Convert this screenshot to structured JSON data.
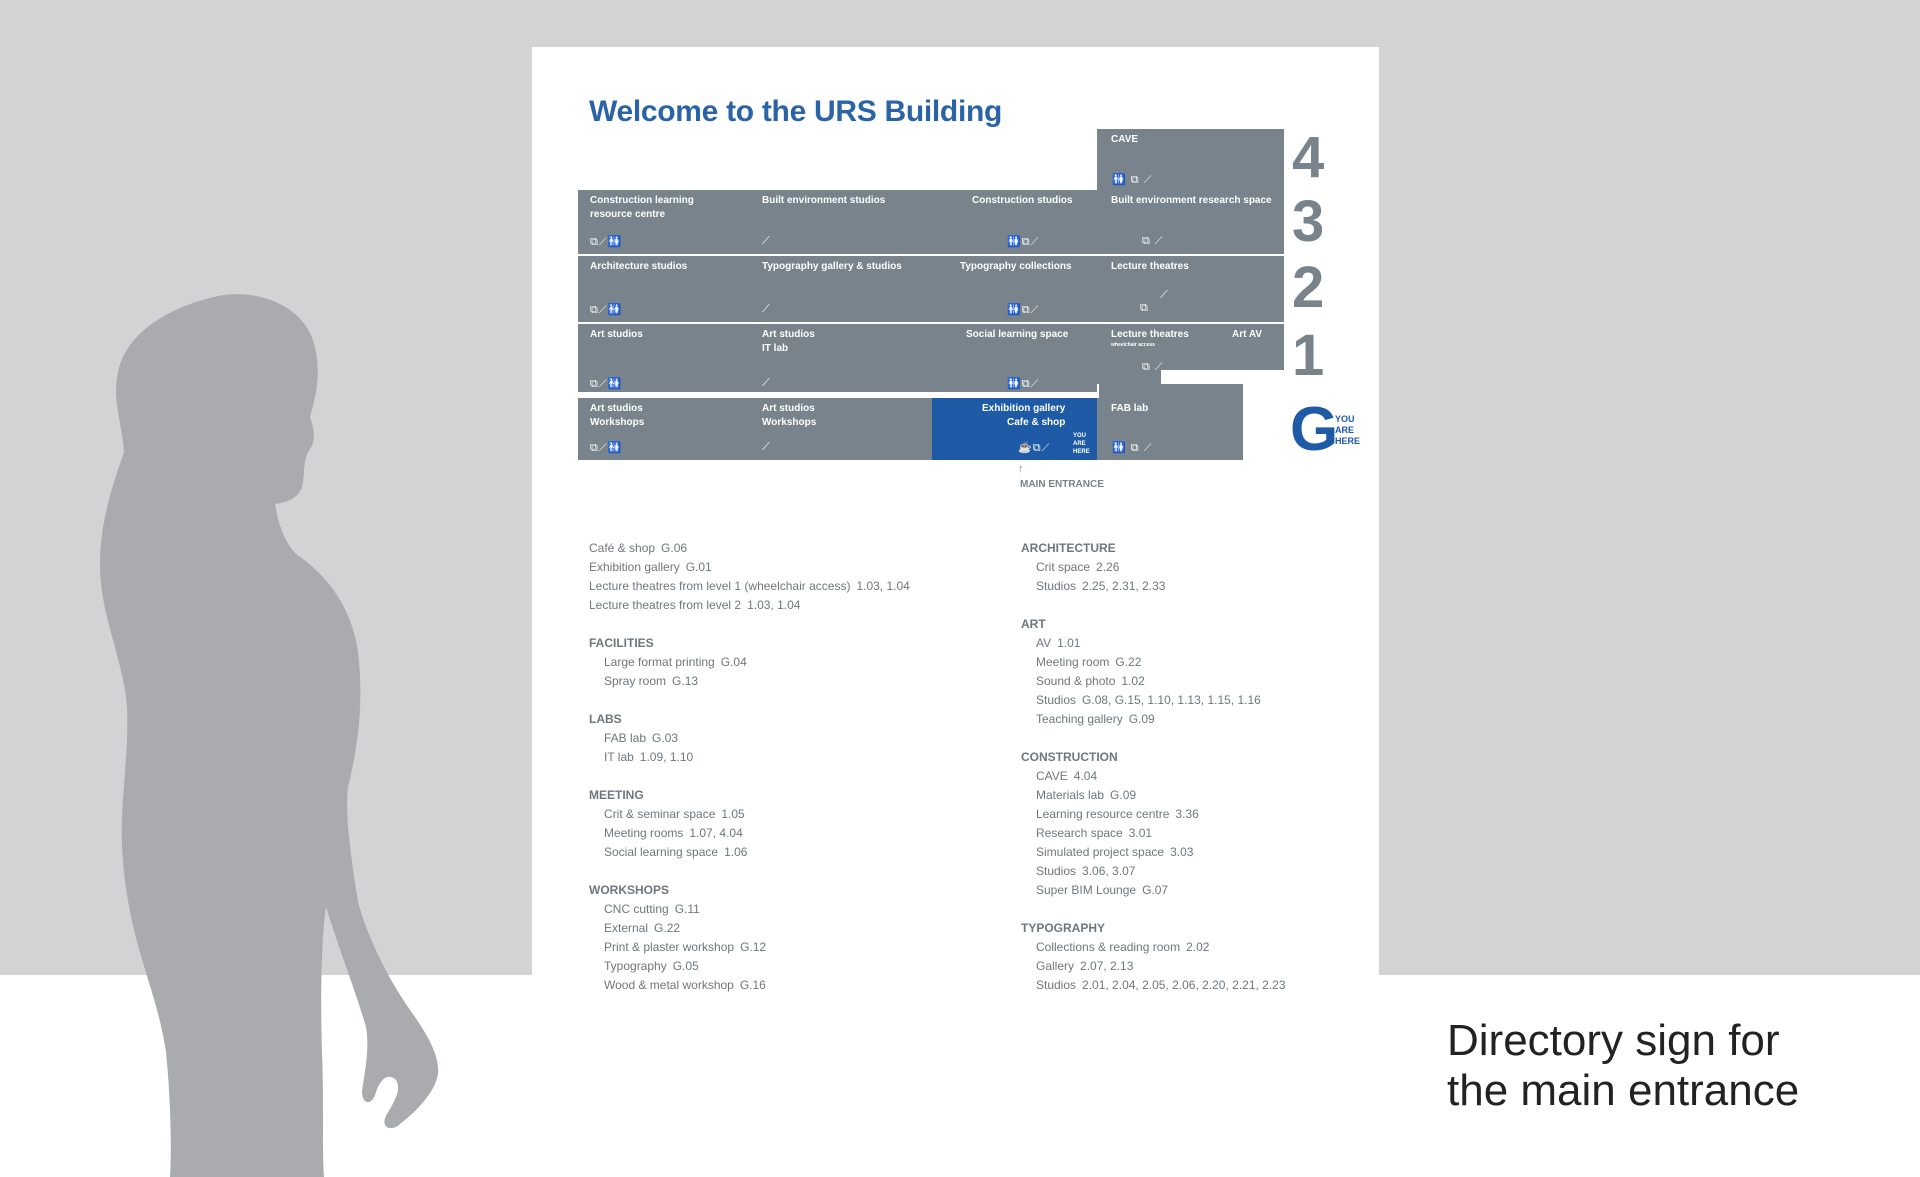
{
  "sign": {
    "title": "Welcome to the URS Building",
    "colors": {
      "grey": "#78838b",
      "blue": "#1f5aa6",
      "wall": "#d2d3d5"
    }
  },
  "levels": {
    "l4": "4",
    "l3": "3",
    "l2": "2",
    "l1": "1",
    "g": "G",
    "you": "YOU",
    "are": "ARE",
    "here": "HERE"
  },
  "rooms": {
    "cave": "CAVE",
    "l3_a1": "Construction learning",
    "l3_a2": "resource centre",
    "l3_b": "Built environment studios",
    "l3_c": "Construction studios",
    "l3_d": "Built environment research space",
    "l2_a": "Architecture studios",
    "l2_b": "Typography gallery & studios",
    "l2_c": "Typography collections",
    "l2_d": "Lecture theatres",
    "l1_a": "Art studios",
    "l1_b1": "Art studios",
    "l1_b2": "IT lab",
    "l1_c": "Social learning space",
    "l1_d": "Lecture theatres",
    "l1_d_note": "wheelchair access",
    "l1_e": "Art AV",
    "g_a1": "Art studios",
    "g_a2": "Workshops",
    "g_b1": "Art studios",
    "g_b2": "Workshops",
    "g_c1": "Exhibition gallery",
    "g_c2": "Cafe & shop",
    "g_d": "FAB lab",
    "main_entrance": "MAIN ENTRANCE"
  },
  "icons": {
    "toilets": "toilets-icon",
    "lift": "lift-icon",
    "stairs": "stairs-icon",
    "cafe": "coffee-icon"
  },
  "directory_left": {
    "intro": [
      {
        "name": "Café & shop",
        "code": "G.06"
      },
      {
        "name": "Exhibition gallery",
        "code": "G.01"
      },
      {
        "name": "Lecture theatres from level 1 (wheelchair access)",
        "code": "1.03, 1.04"
      },
      {
        "name": "Lecture theatres from level 2",
        "code": "1.03, 1.04"
      }
    ],
    "facilities": {
      "title": "FACILITIES",
      "items": [
        {
          "name": "Large format printing",
          "code": "G.04"
        },
        {
          "name": "Spray room",
          "code": "G.13"
        }
      ]
    },
    "labs": {
      "title": "LABS",
      "items": [
        {
          "name": "FAB lab",
          "code": "G.03"
        },
        {
          "name": "IT lab",
          "code": "1.09, 1.10"
        }
      ]
    },
    "meeting": {
      "title": "MEETING",
      "items": [
        {
          "name": "Crit & seminar space",
          "code": "1.05"
        },
        {
          "name": "Meeting rooms",
          "code": "1.07, 4.04"
        },
        {
          "name": "Social learning space",
          "code": "1.06"
        }
      ]
    },
    "workshops": {
      "title": "WORKSHOPS",
      "items": [
        {
          "name": "CNC cutting",
          "code": "G.11"
        },
        {
          "name": "External",
          "code": "G.22"
        },
        {
          "name": "Print & plaster workshop",
          "code": "G.12"
        },
        {
          "name": "Typography",
          "code": "G.05"
        },
        {
          "name": "Wood & metal workshop",
          "code": "G.16"
        }
      ]
    }
  },
  "directory_right": {
    "architecture": {
      "title": "ARCHITECTURE",
      "items": [
        {
          "name": "Crit space",
          "code": "2.26"
        },
        {
          "name": "Studios",
          "code": "2.25, 2.31, 2.33"
        }
      ]
    },
    "art": {
      "title": "ART",
      "items": [
        {
          "name": "AV",
          "code": "1.01"
        },
        {
          "name": "Meeting room",
          "code": "G.22"
        },
        {
          "name": "Sound & photo",
          "code": "1.02"
        },
        {
          "name": "Studios",
          "code": "G.08, G.15, 1.10, 1.13, 1.15, 1.16"
        },
        {
          "name": "Teaching gallery",
          "code": "G.09"
        }
      ]
    },
    "construction": {
      "title": "CONSTRUCTION",
      "items": [
        {
          "name": "CAVE",
          "code": "4.04"
        },
        {
          "name": "Materials lab",
          "code": "G.09"
        },
        {
          "name": "Learning resource centre",
          "code": "3.36"
        },
        {
          "name": "Research space",
          "code": "3.01"
        },
        {
          "name": "Simulated project space",
          "code": "3.03"
        },
        {
          "name": "Studios",
          "code": "3.06, 3.07"
        },
        {
          "name": "Super BIM Lounge",
          "code": "G.07"
        }
      ]
    },
    "typography": {
      "title": "TYPOGRAPHY",
      "items": [
        {
          "name": "Collections & reading room",
          "code": "2.02"
        },
        {
          "name": "Gallery",
          "code": "2.07, 2.13"
        },
        {
          "name": "Studios",
          "code": "2.01, 2.04, 2.05, 2.06, 2.20, 2.21, 2.23"
        }
      ]
    }
  },
  "caption": {
    "line1": "Directory sign for",
    "line2": "the main entrance"
  }
}
